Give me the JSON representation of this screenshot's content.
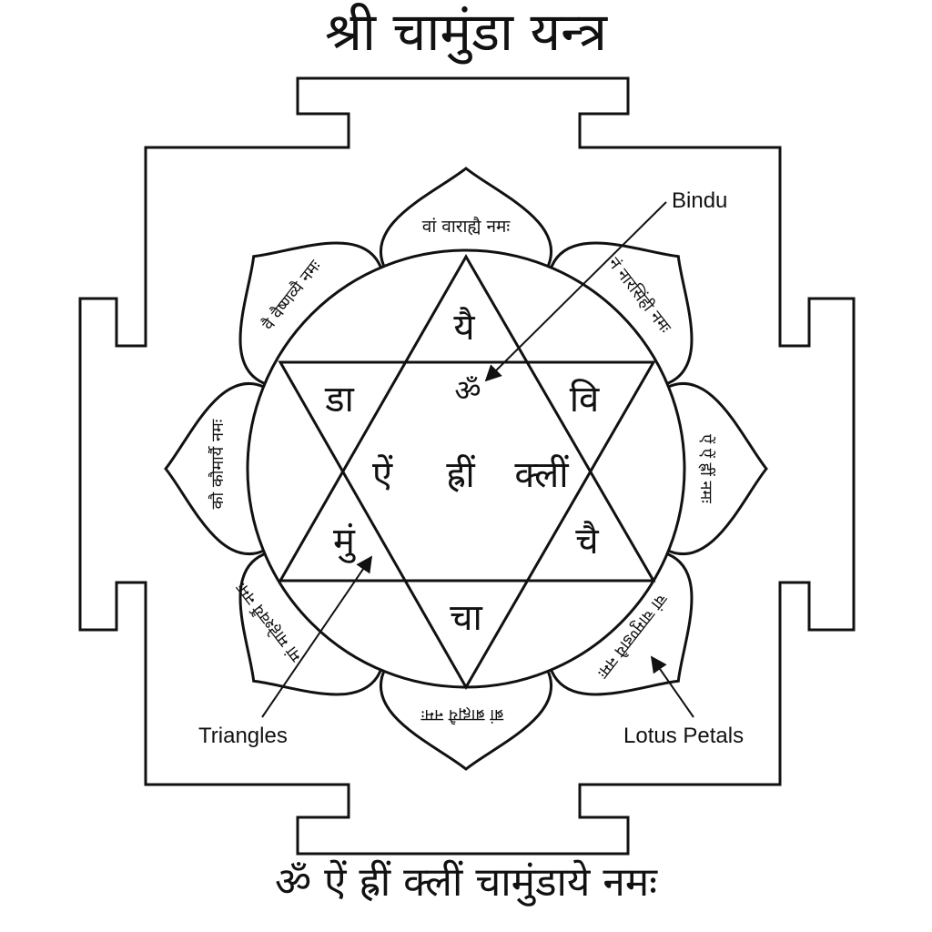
{
  "title": "श्री चामुंडा यन्त्र",
  "mantra": "ॐ ऐं ह्रीं क्लीं चामुंडाये नमः",
  "triangle_syllables": {
    "top": "यै",
    "left": "डा",
    "right": "वि",
    "lower_left": "मुं",
    "lower_right": "चै",
    "bottom": "चा"
  },
  "center_syllables": {
    "om": "ॐ",
    "aim": "ऐं",
    "hrim": "ह्रीं",
    "klim": "क्लीं"
  },
  "petals": {
    "top": "वां वाराह्यै नमः",
    "top_left": "वै वैष्णव्यै नमः",
    "left": "कौ कौमार्यै नमः",
    "bottom_left": "मां माहेश्वर्यै नमः",
    "bottom": "ब्रां ब्राह्मयै नमः",
    "bottom_right": "चां चामुण्डायै नमः",
    "right": "ऐं ऐं ह्रीं नमः",
    "top_right": "नं नारसिंही नमः"
  },
  "labels": {
    "bindu": "Bindu",
    "triangles": "Triangles",
    "lotus_petals": "Lotus Petals"
  },
  "colors": {
    "stroke": "#111111",
    "background": "#ffffff"
  }
}
